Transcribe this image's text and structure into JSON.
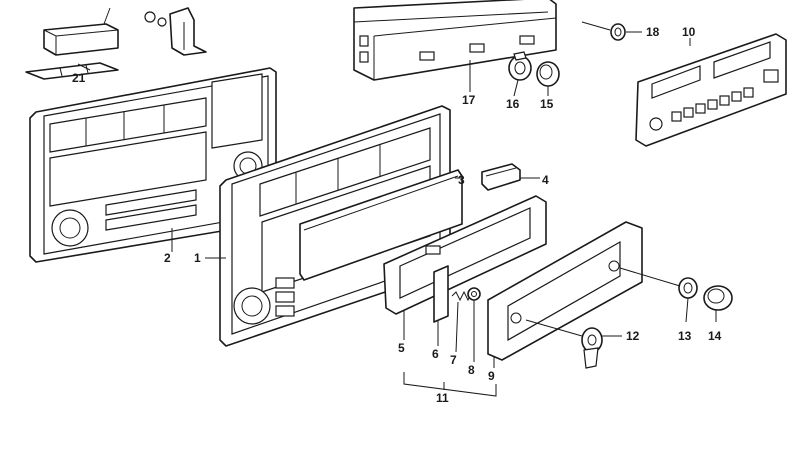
{
  "callouts": {
    "c1": "1",
    "c2": "2",
    "c3": "3",
    "c4": "4",
    "c5": "5",
    "c6": "6",
    "c7": "7",
    "c8": "8",
    "c9": "9",
    "c10": "10",
    "c11": "11",
    "c12": "12",
    "c13": "13",
    "c14": "14",
    "c15": "15",
    "c16": "16",
    "c17": "17",
    "c18": "18",
    "c21": "21"
  },
  "colors": {
    "line": "#1a1a1a",
    "background": "#ffffff"
  }
}
